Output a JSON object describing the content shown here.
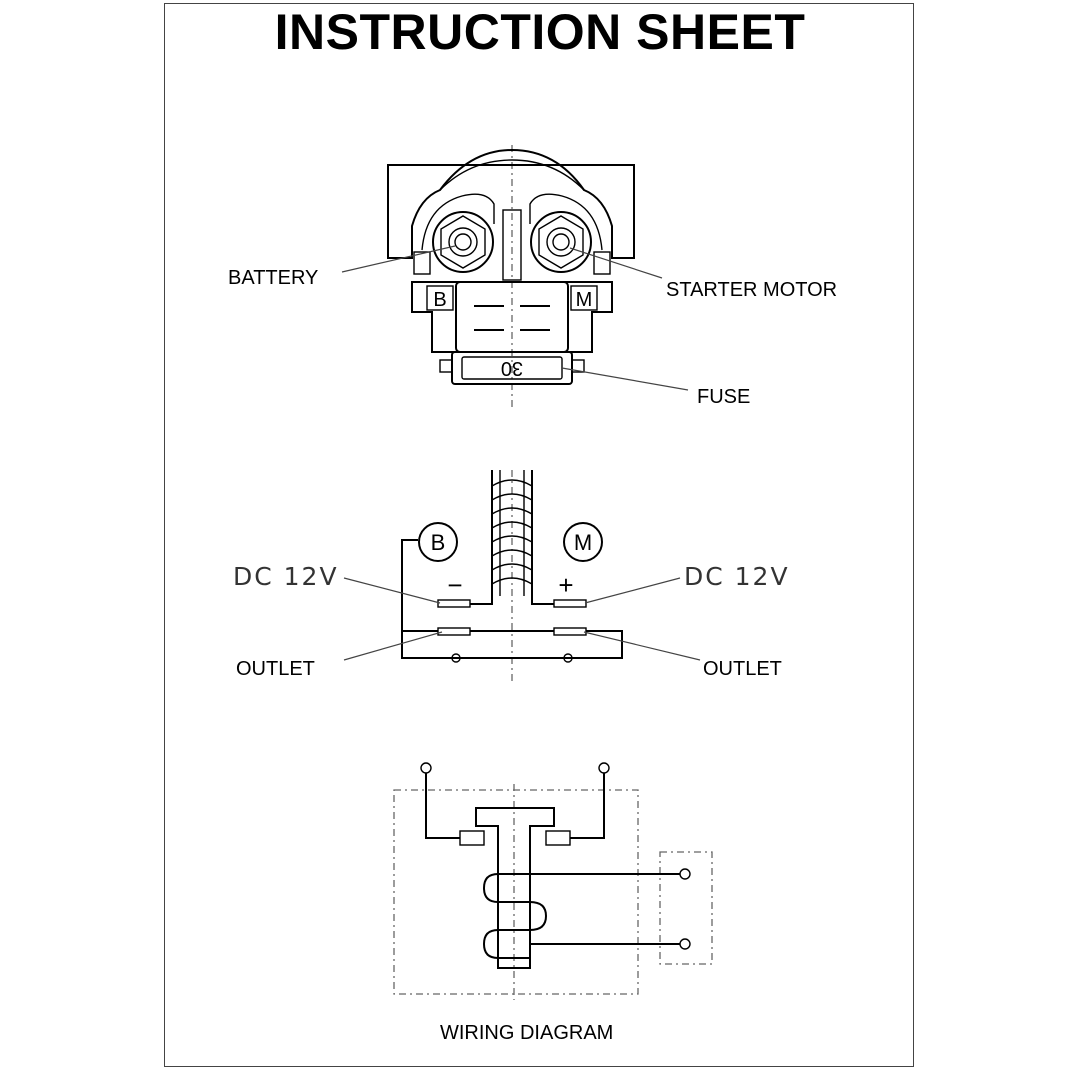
{
  "title": "INSTRUCTION SHEET",
  "top_view": {
    "battery_label": "BATTERY",
    "starter_label": "STARTER MOTOR",
    "fuse_label": "FUSE",
    "terminal_b": "B",
    "terminal_m": "M",
    "fuse_rating": "30"
  },
  "schematic": {
    "circle_b": "B",
    "circle_m": "M",
    "dc_left": "DC 12V",
    "dc_right": "DC 12V",
    "minus": "−",
    "plus": "+",
    "outlet_left": "OUTLET",
    "outlet_right": "OUTLET"
  },
  "wiring": {
    "caption": "WIRING DIAGRAM"
  }
}
